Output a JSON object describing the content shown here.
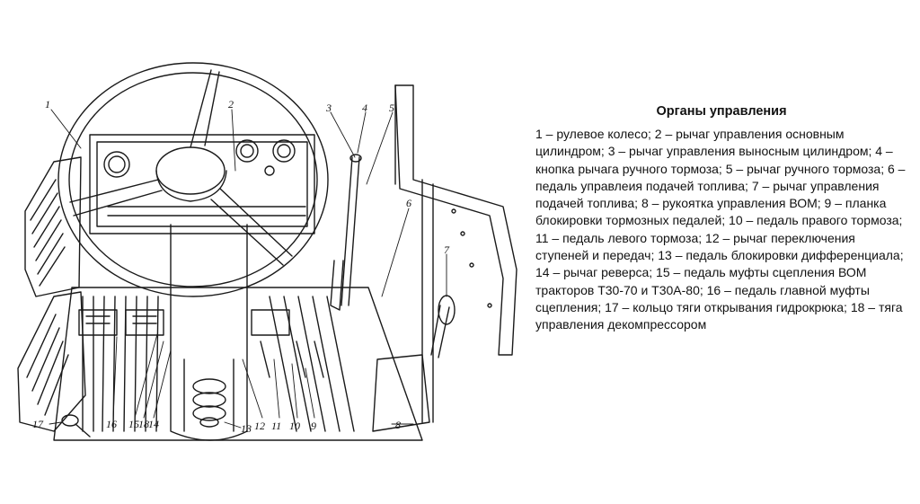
{
  "legend": {
    "title": "Органы управления",
    "text": "1 – рулевое колесо; 2 – рычаг управления основным цилиндром; 3 – рычаг управления выносным цилиндром; 4 – кнопка рычага ручного тормоза; 5 – рычаг ручного тормоза; 6 – педаль управлеия подачей топлива; 7 – рычаг управления подачей топлива; 8 – рукоятка управления ВОМ; 9 – планка блокировки тормозных педалей; 10 – педаль правого тормоза; 11 – педаль левого тормоза; 12 – рычаг переключения ступеней и передач; 13 – педаль блокировки дифференциала; 14 – рычаг реверса; 15 – педаль муфты сцепления ВОМ тракторов Т30-70 и Т30А-80; 16 – педаль главной муфты сцепления; 17 – кольцо тяги открывания гидрокрюка; 18 – тяга управления декомпрессором"
  },
  "drawing": {
    "callouts": [
      "1",
      "2",
      "3",
      "4",
      "5",
      "6",
      "7",
      "8",
      "9",
      "10",
      "11",
      "12",
      "13",
      "14",
      "15",
      "16",
      "17",
      "18"
    ]
  }
}
